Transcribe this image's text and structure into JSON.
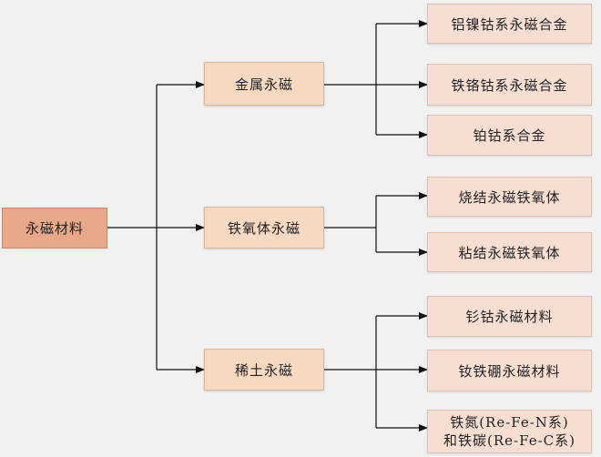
{
  "root": {
    "label": "永磁材料"
  },
  "categories": [
    {
      "label": "金属永磁",
      "children": [
        "铝镍钴系永磁合金",
        "铁铬钴系永磁合金",
        "铂钴系合金"
      ]
    },
    {
      "label": "铁氧体永磁",
      "children": [
        "烧结永磁铁氧体",
        "粘结永磁铁氧体"
      ]
    },
    {
      "label": "稀土永磁",
      "children": [
        "钐钴永磁材料",
        "钕铁硼永磁材料",
        "铁氮(Re-Fe-N系)",
        "和铁碳(Re-Fe-C系)"
      ]
    }
  ]
}
